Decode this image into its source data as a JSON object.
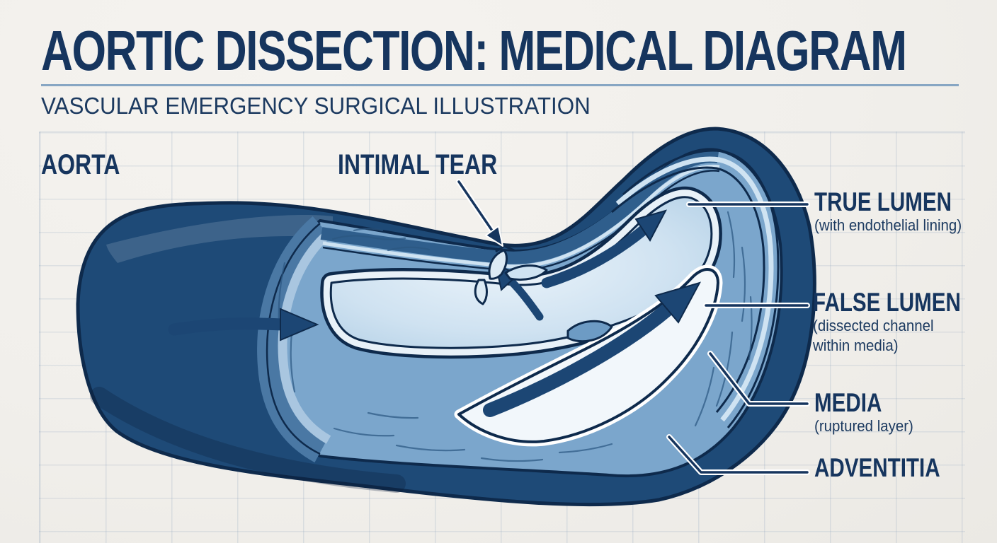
{
  "header": {
    "title": "AORTIC DISSECTION: MEDICAL DIAGRAM",
    "subtitle": "VASCULAR EMERGENCY SURGICAL ILLUSTRATION"
  },
  "labels": {
    "aorta": {
      "title": "AORTA"
    },
    "intimal_tear": {
      "title": "INTIMAL TEAR"
    },
    "true_lumen": {
      "title": "TRUE LUMEN",
      "subtitle": "(with endothelial lining)"
    },
    "false_lumen": {
      "title": "FALSE LUMEN",
      "subtitle": "(dissected channel within media)"
    },
    "media": {
      "title": "MEDIA",
      "subtitle": "(ruptured layer)"
    },
    "adventitia": {
      "title": "ADVENTITIA"
    }
  },
  "illustration": {
    "subject": "cutaway aorta showing dissection",
    "blood_flow_arrow_count": 4,
    "leader_line_count": 5
  },
  "colors": {
    "title_navy": "#16355e",
    "underline_blue": "#87a6c3",
    "paper_background": "#f1efeb",
    "vessel_outer_wall": "#1e4a77",
    "dark_outline": "#0e2a4c",
    "media_layer": "#7ba6cc",
    "intima_light": "#e8f1f8",
    "true_lumen_fill": "#c6ddee",
    "false_lumen_fill": "#f2f7fb",
    "flow_arrow": "#1c4674",
    "grid_line": "#7d96b4"
  }
}
